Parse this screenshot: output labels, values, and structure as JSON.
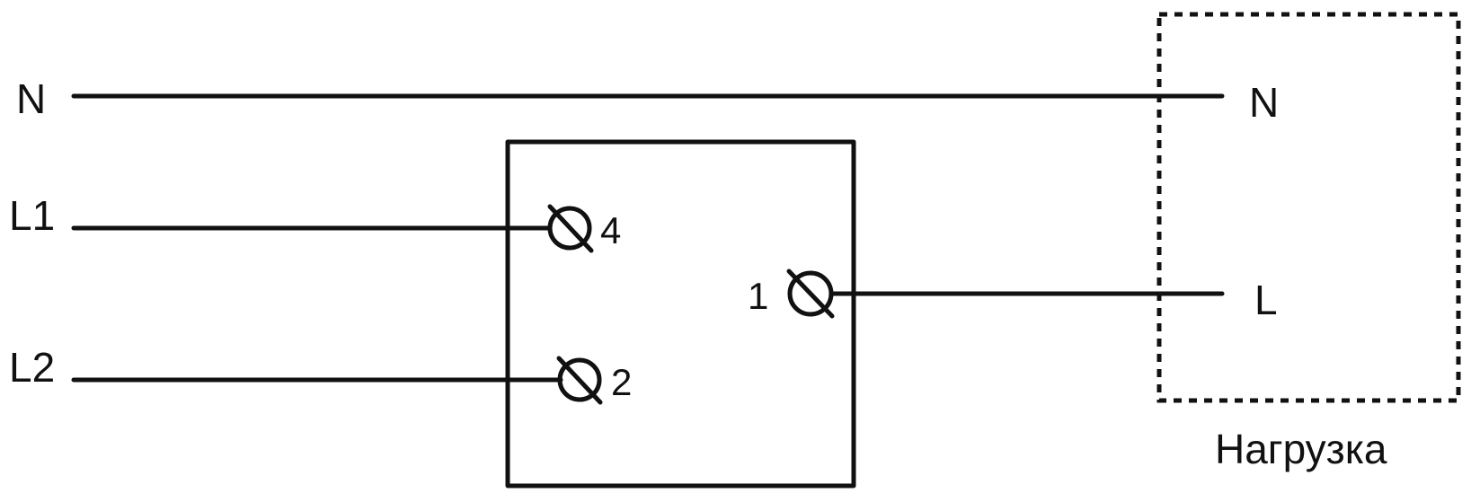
{
  "supply_labels": {
    "neutral": "N",
    "line1": "L1",
    "line2": "L2"
  },
  "terminals": {
    "t4": "4",
    "t2": "2",
    "t1": "1"
  },
  "load": {
    "neutral": "N",
    "line": "L",
    "caption": "Нагрузка"
  },
  "colors": {
    "stroke": "#111111",
    "background": "#ffffff"
  }
}
